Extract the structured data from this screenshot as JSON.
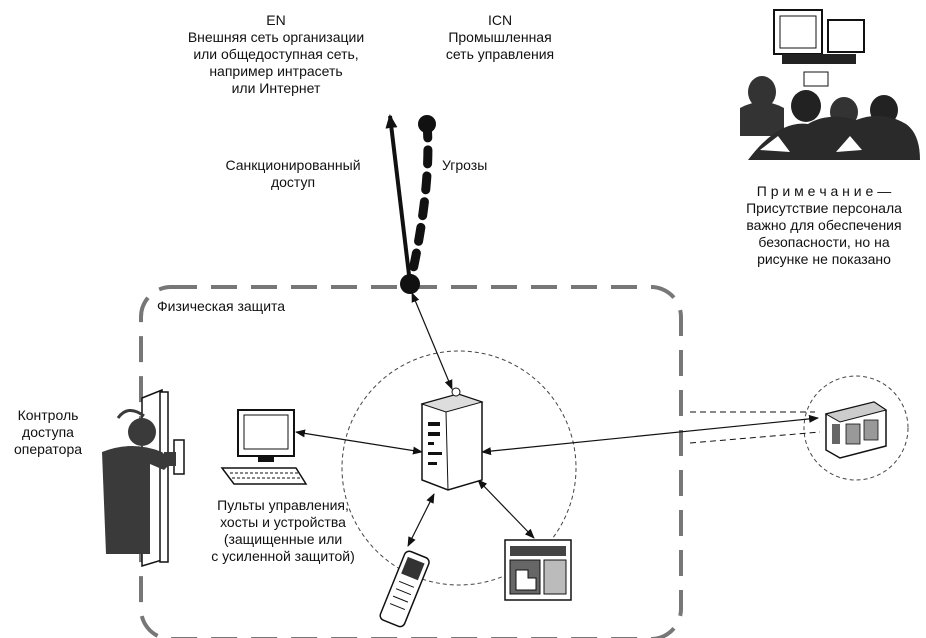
{
  "en": {
    "code": "EN",
    "lines": [
      "Внешняя сеть организации",
      "или общедоступная сеть,",
      "например  интрасеть",
      "или Интернет"
    ]
  },
  "icn": {
    "code": "ICN",
    "lines": [
      "Промышленная",
      "сеть управления"
    ]
  },
  "authorized_access": {
    "lines": [
      "Санкционированный",
      "доступ"
    ]
  },
  "threats": {
    "label": "Угрозы"
  },
  "note": {
    "title": "П р и м е ч а н и е —",
    "lines": [
      "Присутствие персонала",
      "важно для обеспечения",
      "безопасности, но на",
      "рисунке не показано"
    ]
  },
  "physical_protection": {
    "label": "Физическая защита"
  },
  "operator_access": {
    "lines": [
      "Контроль",
      "доступа",
      "оператора"
    ]
  },
  "consoles": {
    "lines": [
      "Пульты управления,",
      "хосты и устройства",
      "(защищенные или",
      "с усиленной защитой)"
    ]
  },
  "colors": {
    "ink": "#111111",
    "dash": "#777777",
    "figure": "#3a3a3a"
  },
  "icons": [
    "personnel-icon",
    "operator-figure-icon",
    "workstation-icon",
    "server-icon",
    "handheld-device-icon",
    "controller-icon",
    "remote-device-icon"
  ]
}
